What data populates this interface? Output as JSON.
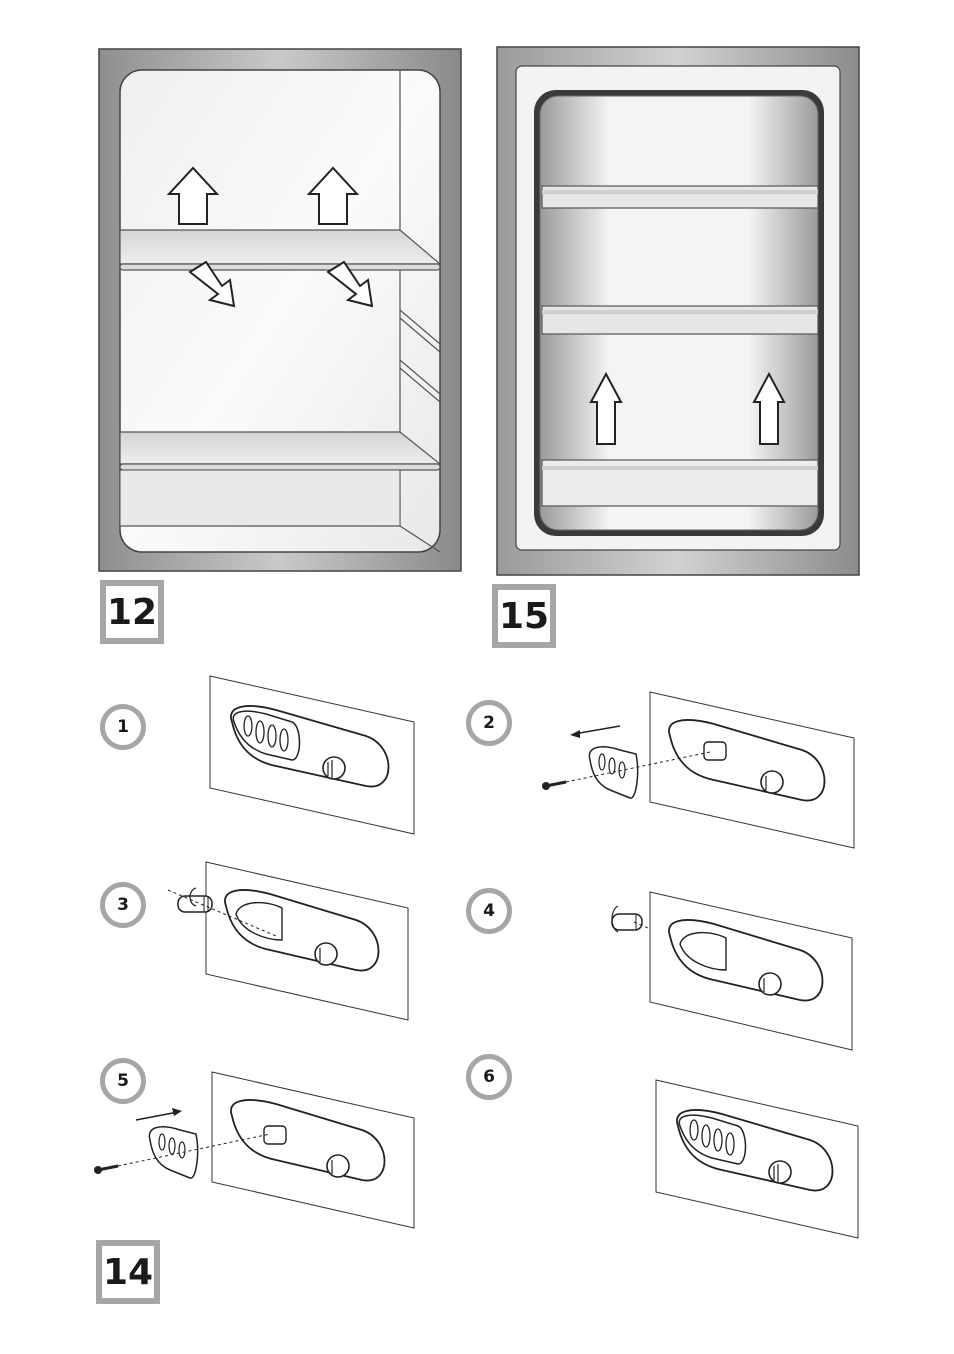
{
  "figures": {
    "fig12": {
      "label": "12"
    },
    "fig15": {
      "label": "15"
    },
    "fig14": {
      "label": "14"
    }
  },
  "steps": [
    "1",
    "2",
    "3",
    "4",
    "5",
    "6"
  ],
  "colors": {
    "label_border": "#a6a6a6",
    "frame_gray": "#9a9a9a",
    "line": "#222222"
  }
}
